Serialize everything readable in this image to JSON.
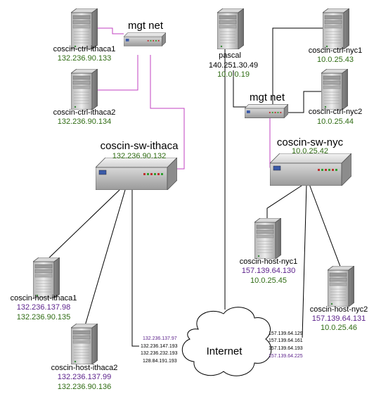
{
  "colors": {
    "mgt_link": "#c040c0",
    "data_link": "#000000",
    "ip_green": "#2e6b12",
    "ip_purple": "#5a1f8a"
  },
  "ithaca": {
    "ctrl1": {
      "name": "coscin-ctrl-ithaca1",
      "ip": "132.236.90.133"
    },
    "ctrl2": {
      "name": "coscin-ctrl-ithaca2",
      "ip": "132.236.90.134"
    },
    "mgt_net": "mgt net",
    "switch": {
      "name": "coscin-sw-ithaca",
      "ip": "132.236.90.132"
    },
    "host1": {
      "name": "coscin-host-ithaca1",
      "ip_pub": "132.236.137.98",
      "ip_mgt": "132.236.90.135"
    },
    "host2": {
      "name": "coscin-host-ithaca2",
      "ip_pub": "132.236.137.99",
      "ip_mgt": "132.236.90.136"
    },
    "uplink_ips": [
      "132.236.137.97",
      "132.236.147.193",
      "132.236.232.193",
      "128.84.191.193"
    ]
  },
  "nyc": {
    "pascal": {
      "name": "pascal",
      "ip_pub": "140.251.30.49",
      "ip_priv": "10.0.0.19"
    },
    "ctrl1": {
      "name": "coscin-ctrl-nyc1",
      "ip": "10.0.25.43"
    },
    "ctrl2": {
      "name": "coscin-ctrl-nyc2",
      "ip": "10.0.25.44"
    },
    "mgt_net": "mgt net",
    "switch": {
      "name": "coscin-sw-nyc",
      "ip": "10.0.25.42"
    },
    "host1": {
      "name": "coscin-host-nyc1",
      "ip_pub": "157.139.64.130",
      "ip_mgt": "10.0.25.45"
    },
    "host2": {
      "name": "coscin-host-nyc2",
      "ip_pub": "157.139.64.131",
      "ip_mgt": "10.0.25.46"
    },
    "uplink_ips": [
      "157.139.64.129",
      "157.139.64.161",
      "157.139.64.193",
      "157.139.64.225"
    ]
  },
  "internet": "Internet"
}
